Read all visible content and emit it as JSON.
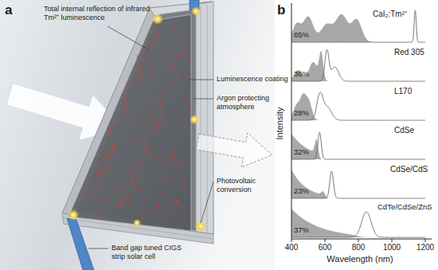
{
  "diagram": {
    "labels": [
      "a",
      "Total internal reflection of infrared Tm²⁺ luminescence",
      "Luminescence coating",
      "Argon protecting atmosphere",
      "Photovoltaic conversion",
      "Band gap tuned CIGS strip solar cell",
      "b",
      "CaI₂:Tm²⁺",
      "65%",
      "Red 305",
      "36%",
      "L170",
      "28%",
      "CdSe",
      "32%",
      "CdSe/CdS",
      "23%",
      "CdTe/CdSe/ZnS",
      "37%",
      "Intensity",
      "400",
      "600",
      "800",
      "1000",
      "1200",
      "Wavelength (nm)"
    ]
  }
}
